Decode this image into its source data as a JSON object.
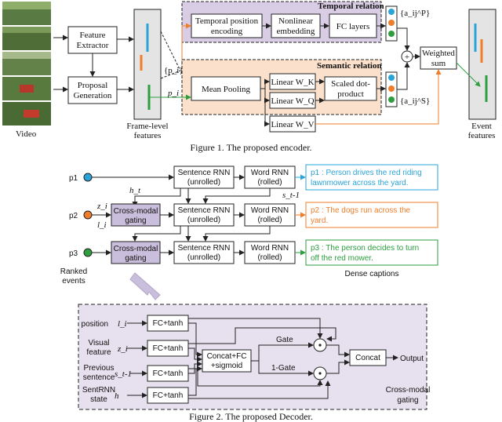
{
  "fig1": {
    "video_label": "Video",
    "feature_extractor": [
      "Feature",
      "Extractor"
    ],
    "proposal_generation": [
      "Proposal",
      "Generation"
    ],
    "frame_level": [
      "Frame-level",
      "features"
    ],
    "proposals_set": "{p_i}",
    "pi": "p_i",
    "temporal_relation": "Temporal relation",
    "temporal_position": [
      "Temporal position",
      "encoding"
    ],
    "nonlinear": [
      "Nonlinear",
      "embedding"
    ],
    "fc_layers": "FC layers",
    "aP": "{a_ij^P}",
    "semantic_relation": "Semantic relation",
    "mean_pooling": "Mean Pooling",
    "linear_wk": "Linear W_K",
    "linear_wq": "Linear W_Q",
    "linear_wv": "Linear W_V",
    "scaled_dot": [
      "Scaled dot-",
      "product"
    ],
    "aS": "{a_ij^S}",
    "plus": "+",
    "weighted_sum": [
      "Weighted",
      "sum"
    ],
    "event_features": [
      "Event",
      "features"
    ],
    "caption": "Figure 1. The proposed encoder."
  },
  "fig2": {
    "p1": "p1",
    "p2": "p2",
    "p3": "p3",
    "sentence_rnn": [
      "Sentence RNN",
      "(unrolled)"
    ],
    "word_rnn": [
      "Word RNN",
      "(rolled)"
    ],
    "cross_modal": [
      "Cross-modal",
      "gating"
    ],
    "ht": "h_t",
    "zi": "z_i",
    "li": "l_i",
    "st1": "s_t-1",
    "cap1": [
      "p1 : Person drives the red riding",
      "lawnmower across the yard."
    ],
    "cap2": [
      "p2 : The dogs run across the",
      "yard."
    ],
    "cap3": [
      "p3 : The person decides to turn",
      "off the red mower."
    ],
    "ranked_events": [
      "Ranked",
      "events"
    ],
    "dense_captions": "Dense captions",
    "position": "position",
    "visual_feature": [
      "Visual",
      "feature"
    ],
    "prev_sentence": [
      "Previous",
      "sentence"
    ],
    "sentrnn_state": [
      "SentRNN",
      "state"
    ],
    "fc_tanh": "FC+tanh",
    "concat_fc": [
      "Concat+FC",
      "+sigmoid"
    ],
    "gate": "Gate",
    "one_gate": "1-Gate",
    "concat": "Concat",
    "output": "Output",
    "cross_modal_gating": [
      "Cross-modal",
      "gating"
    ],
    "caption": "Figure 2. The proposed Decoder."
  },
  "colors": {
    "purple": "#d9cde6",
    "orange_bg": "#fbe1cc",
    "orange": "#ef7d2a",
    "green": "#2e9e3f",
    "blue": "#2aa3d6",
    "gate_fill": "#c9bedb"
  }
}
